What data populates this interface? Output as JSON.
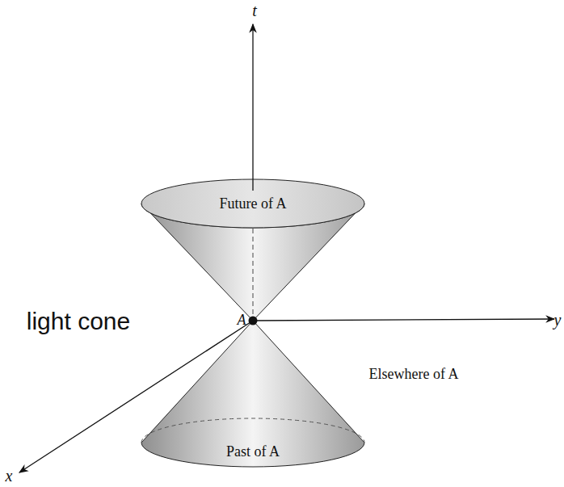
{
  "diagram": {
    "nodes": [
      {
        "text": [
          "Future of A"
        ]
      },
      {
        "text": [
          "Past of A"
        ]
      }
    ],
    "labels": [
      "t",
      "y",
      "x",
      "A",
      "Elsewhere of A",
      "light cone"
    ]
  }
}
